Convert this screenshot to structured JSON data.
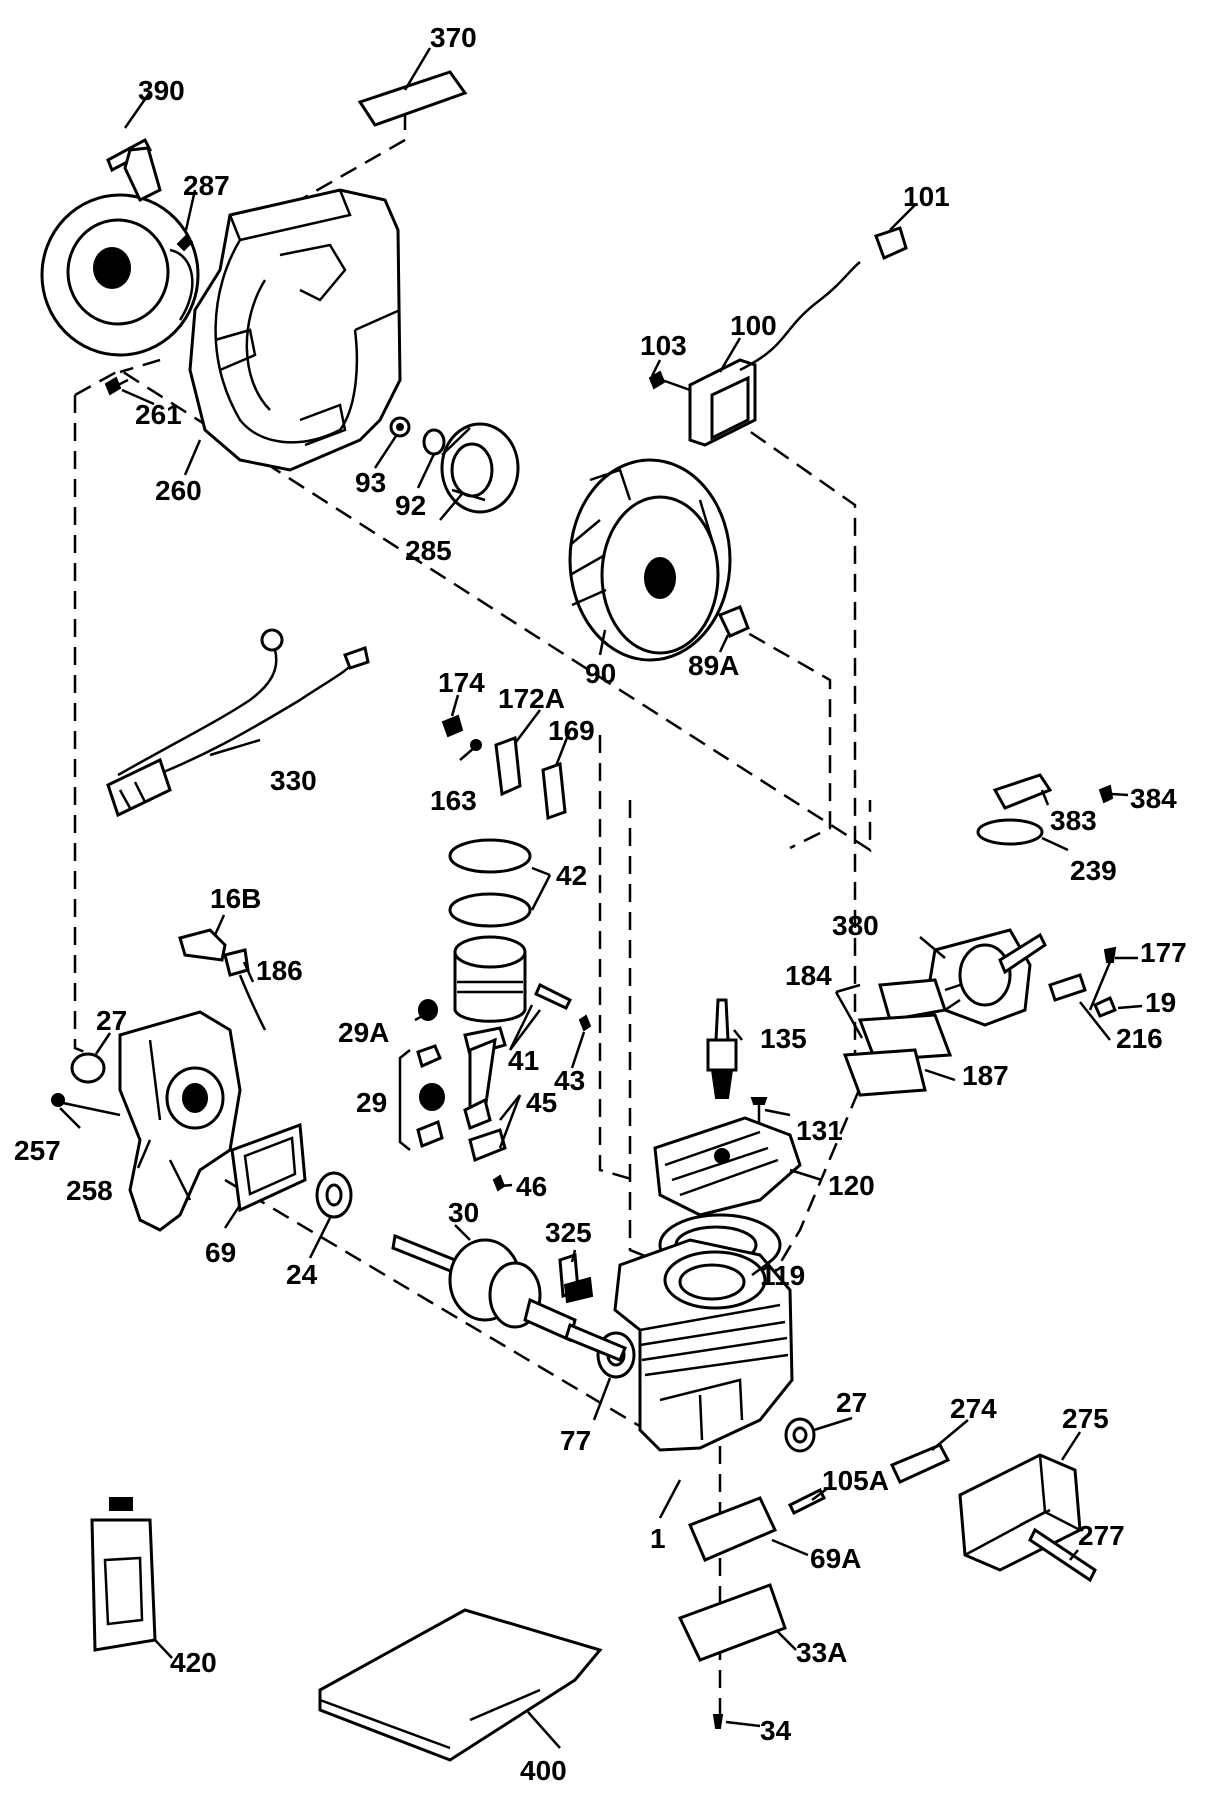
{
  "diagram": {
    "callouts": [
      {
        "id": "c370",
        "text": "370"
      },
      {
        "id": "c390",
        "text": "390"
      },
      {
        "id": "c287",
        "text": "287"
      },
      {
        "id": "c101",
        "text": "101"
      },
      {
        "id": "c103",
        "text": "103"
      },
      {
        "id": "c100",
        "text": "100"
      },
      {
        "id": "c261",
        "text": "261"
      },
      {
        "id": "c260",
        "text": "260"
      },
      {
        "id": "c93",
        "text": "93"
      },
      {
        "id": "c92",
        "text": "92"
      },
      {
        "id": "c285",
        "text": "285"
      },
      {
        "id": "c90",
        "text": "90"
      },
      {
        "id": "c89A",
        "text": "89A"
      },
      {
        "id": "c174",
        "text": "174"
      },
      {
        "id": "c172A",
        "text": "172A"
      },
      {
        "id": "c169",
        "text": "169"
      },
      {
        "id": "c163",
        "text": "163"
      },
      {
        "id": "c330",
        "text": "330"
      },
      {
        "id": "c383",
        "text": "383"
      },
      {
        "id": "c384",
        "text": "384"
      },
      {
        "id": "c239",
        "text": "239"
      },
      {
        "id": "c42",
        "text": "42"
      },
      {
        "id": "c380",
        "text": "380"
      },
      {
        "id": "c16B",
        "text": "16B"
      },
      {
        "id": "c186",
        "text": "186"
      },
      {
        "id": "c177",
        "text": "177"
      },
      {
        "id": "c184",
        "text": "184"
      },
      {
        "id": "c19",
        "text": "19"
      },
      {
        "id": "c216",
        "text": "216"
      },
      {
        "id": "c27a",
        "text": "27"
      },
      {
        "id": "c29A",
        "text": "29A"
      },
      {
        "id": "c41",
        "text": "41"
      },
      {
        "id": "c135",
        "text": "135"
      },
      {
        "id": "c43",
        "text": "43"
      },
      {
        "id": "c187",
        "text": "187"
      },
      {
        "id": "c29",
        "text": "29"
      },
      {
        "id": "c45",
        "text": "45"
      },
      {
        "id": "c131",
        "text": "131"
      },
      {
        "id": "c257",
        "text": "257"
      },
      {
        "id": "c46",
        "text": "46"
      },
      {
        "id": "c120",
        "text": "120"
      },
      {
        "id": "c258",
        "text": "258"
      },
      {
        "id": "c69",
        "text": "69"
      },
      {
        "id": "c30",
        "text": "30"
      },
      {
        "id": "c325",
        "text": "325"
      },
      {
        "id": "c24",
        "text": "24"
      },
      {
        "id": "c119",
        "text": "119"
      },
      {
        "id": "c274",
        "text": "274"
      },
      {
        "id": "c27b",
        "text": "27"
      },
      {
        "id": "c275",
        "text": "275"
      },
      {
        "id": "c77",
        "text": "77"
      },
      {
        "id": "c105A",
        "text": "105A"
      },
      {
        "id": "c1",
        "text": "1"
      },
      {
        "id": "c277",
        "text": "277"
      },
      {
        "id": "c69A",
        "text": "69A"
      },
      {
        "id": "c420",
        "text": "420"
      },
      {
        "id": "c33A",
        "text": "33A"
      },
      {
        "id": "c34",
        "text": "34"
      },
      {
        "id": "c400",
        "text": "400"
      }
    ]
  }
}
